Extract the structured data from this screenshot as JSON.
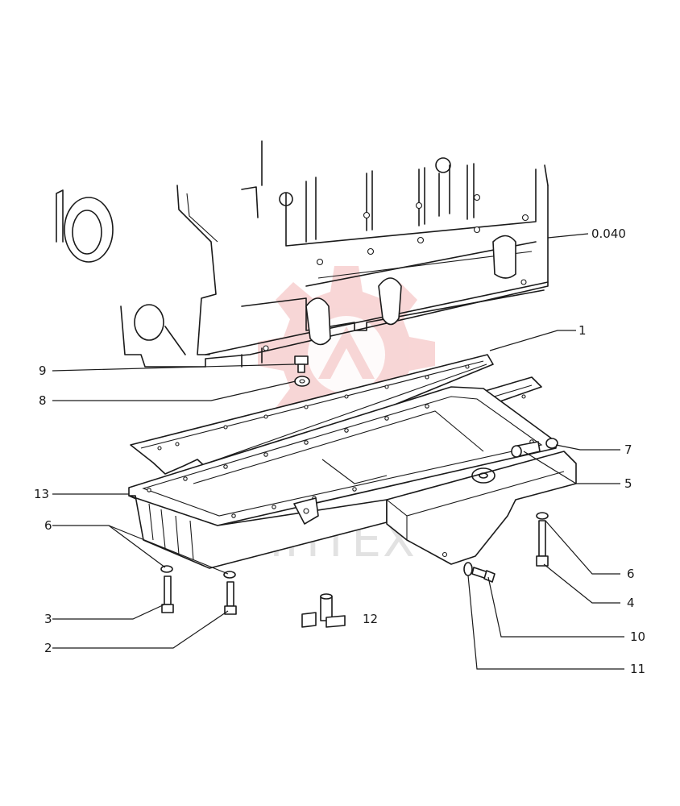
{
  "watermark": {
    "text": "ИНТЕХ",
    "color": "#f2b5b5"
  },
  "labels": {
    "block_ref": "0.040",
    "l1": "1",
    "l2": "2",
    "l3": "3",
    "l4": "4",
    "l5": "5",
    "l6_left": "6",
    "l6_right": "6",
    "l7": "7",
    "l8": "8",
    "l9": "9",
    "l10": "10",
    "l11": "11",
    "l12": "12",
    "l13": "13"
  }
}
